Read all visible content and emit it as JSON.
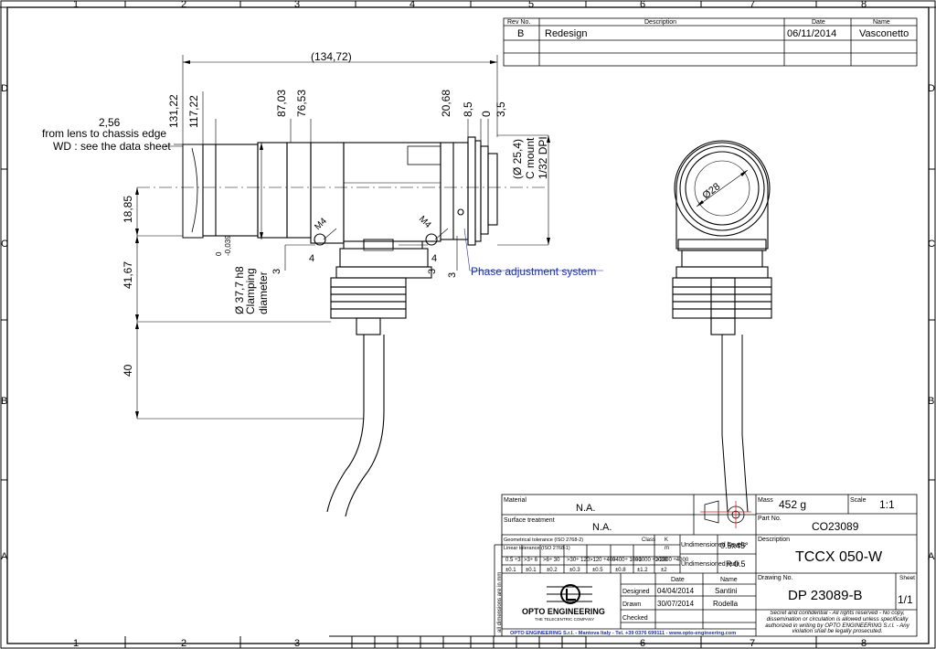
{
  "grid": {
    "cols_top": [
      "1",
      "2",
      "3",
      "4",
      "5",
      "6",
      "7",
      "8"
    ],
    "rows_left": [
      "D",
      "C",
      "B",
      "A"
    ],
    "rows_right": [
      "D",
      "C",
      "B",
      "A"
    ]
  },
  "revision": {
    "headers": [
      "Rev No.",
      "Description",
      "Date",
      "Name"
    ],
    "rows": [
      [
        "B",
        "Redesign",
        "06/11/2014",
        "Vasconetto"
      ]
    ]
  },
  "dimensions": {
    "overall": "(134,72)",
    "d131": "131,22",
    "d117": "117,22",
    "d87": "87,03",
    "d76": "76,53",
    "d20": "20,68",
    "d85": "8,5",
    "d0": "0",
    "d35": "3,5",
    "dlens": "2,56",
    "lens_note1": "from lens to chassis edge",
    "lens_note2": "WD : see the data sheet",
    "cmount1": "(Ø 25,4)",
    "cmount2": "C mount",
    "cmount3": "1/32 DPI",
    "h18": "18,85",
    "h41": "41,67",
    "h40": "40",
    "clamp1": "Ø 37,7 h8",
    "clamp_tol_top": "0",
    "clamp_tol_bot": "-0,039",
    "clamp2": "Clamping",
    "clamp3": "diameter",
    "m4a": "M4",
    "m4b": "M4",
    "four_a": "4",
    "four_b": "4",
    "three_a": "3",
    "three_b": "3",
    "three_c": "3",
    "phase": "Phase adjustment system",
    "d28": "Ø28"
  },
  "titleblock": {
    "material_label": "Material",
    "material_value": "N.A.",
    "surface_label": "Surface treatment",
    "surface_value": "N.A.",
    "geo_tol": "Geometrical tolerance (ISO 2768-2)",
    "lin_tol": "Linear tolerance (ISO 2768-1)",
    "class_label": "Class",
    "class_k": "K",
    "class_m": "m",
    "undim_bevels": "Undimensioned bevels",
    "bevel_value": "0.5x45°",
    "undim_radii": "Undimensioned radii",
    "radii_value": "R 0.5",
    "tol_ranges": [
      "0.5\n÷3",
      ">3÷\n6",
      ">6÷\n30",
      ">30÷\n120",
      ">120\n÷400",
      ">400÷\n1000",
      ">1000\n÷2000",
      ">2000\n÷4000"
    ],
    "tol_values": [
      "±0.1",
      "±0.1",
      "±0.2",
      "±0.3",
      "±0.5",
      "±0.8",
      "±1.2",
      "±2"
    ],
    "mm_note": "all dimensions are in mm",
    "date_label": "Date",
    "name_label": "Name",
    "designed_label": "Designed",
    "designed_date": "04/04/2014",
    "designed_name": "Santini",
    "drawn_label": "Drawn",
    "drawn_date": "30/07/2014",
    "drawn_name": "Rodella",
    "checked_label": "Checked",
    "company_name": "OPTO ENGINEERING",
    "company_tag": "THE TELECENTRIC COMPANY",
    "footer": "OPTO ENGINEERING S.r.l. - Mantova Italy - Tel. +39 0376 699111 - www.opto-engineering.com",
    "mass_label": "Mass",
    "mass_value": "452 g",
    "scale_label": "Scale",
    "scale_value": "1:1",
    "partno_label": "Part No.",
    "partno_value": "CO23089",
    "desc_label": "Description",
    "desc_value": "TCCX 050-W",
    "drawingno_label": "Drawing No.",
    "drawingno_value": "DP 23089-B",
    "sheet_label": "Sheet",
    "sheet_value": "1/1",
    "confidential": "Secret and confidential - All rights reserved - No copy, dissemination or circulation is allowed unless specifically authorized in writing by OPTO ENGINEERING S.r.l. - Any violation shall be legally prosecuted."
  }
}
